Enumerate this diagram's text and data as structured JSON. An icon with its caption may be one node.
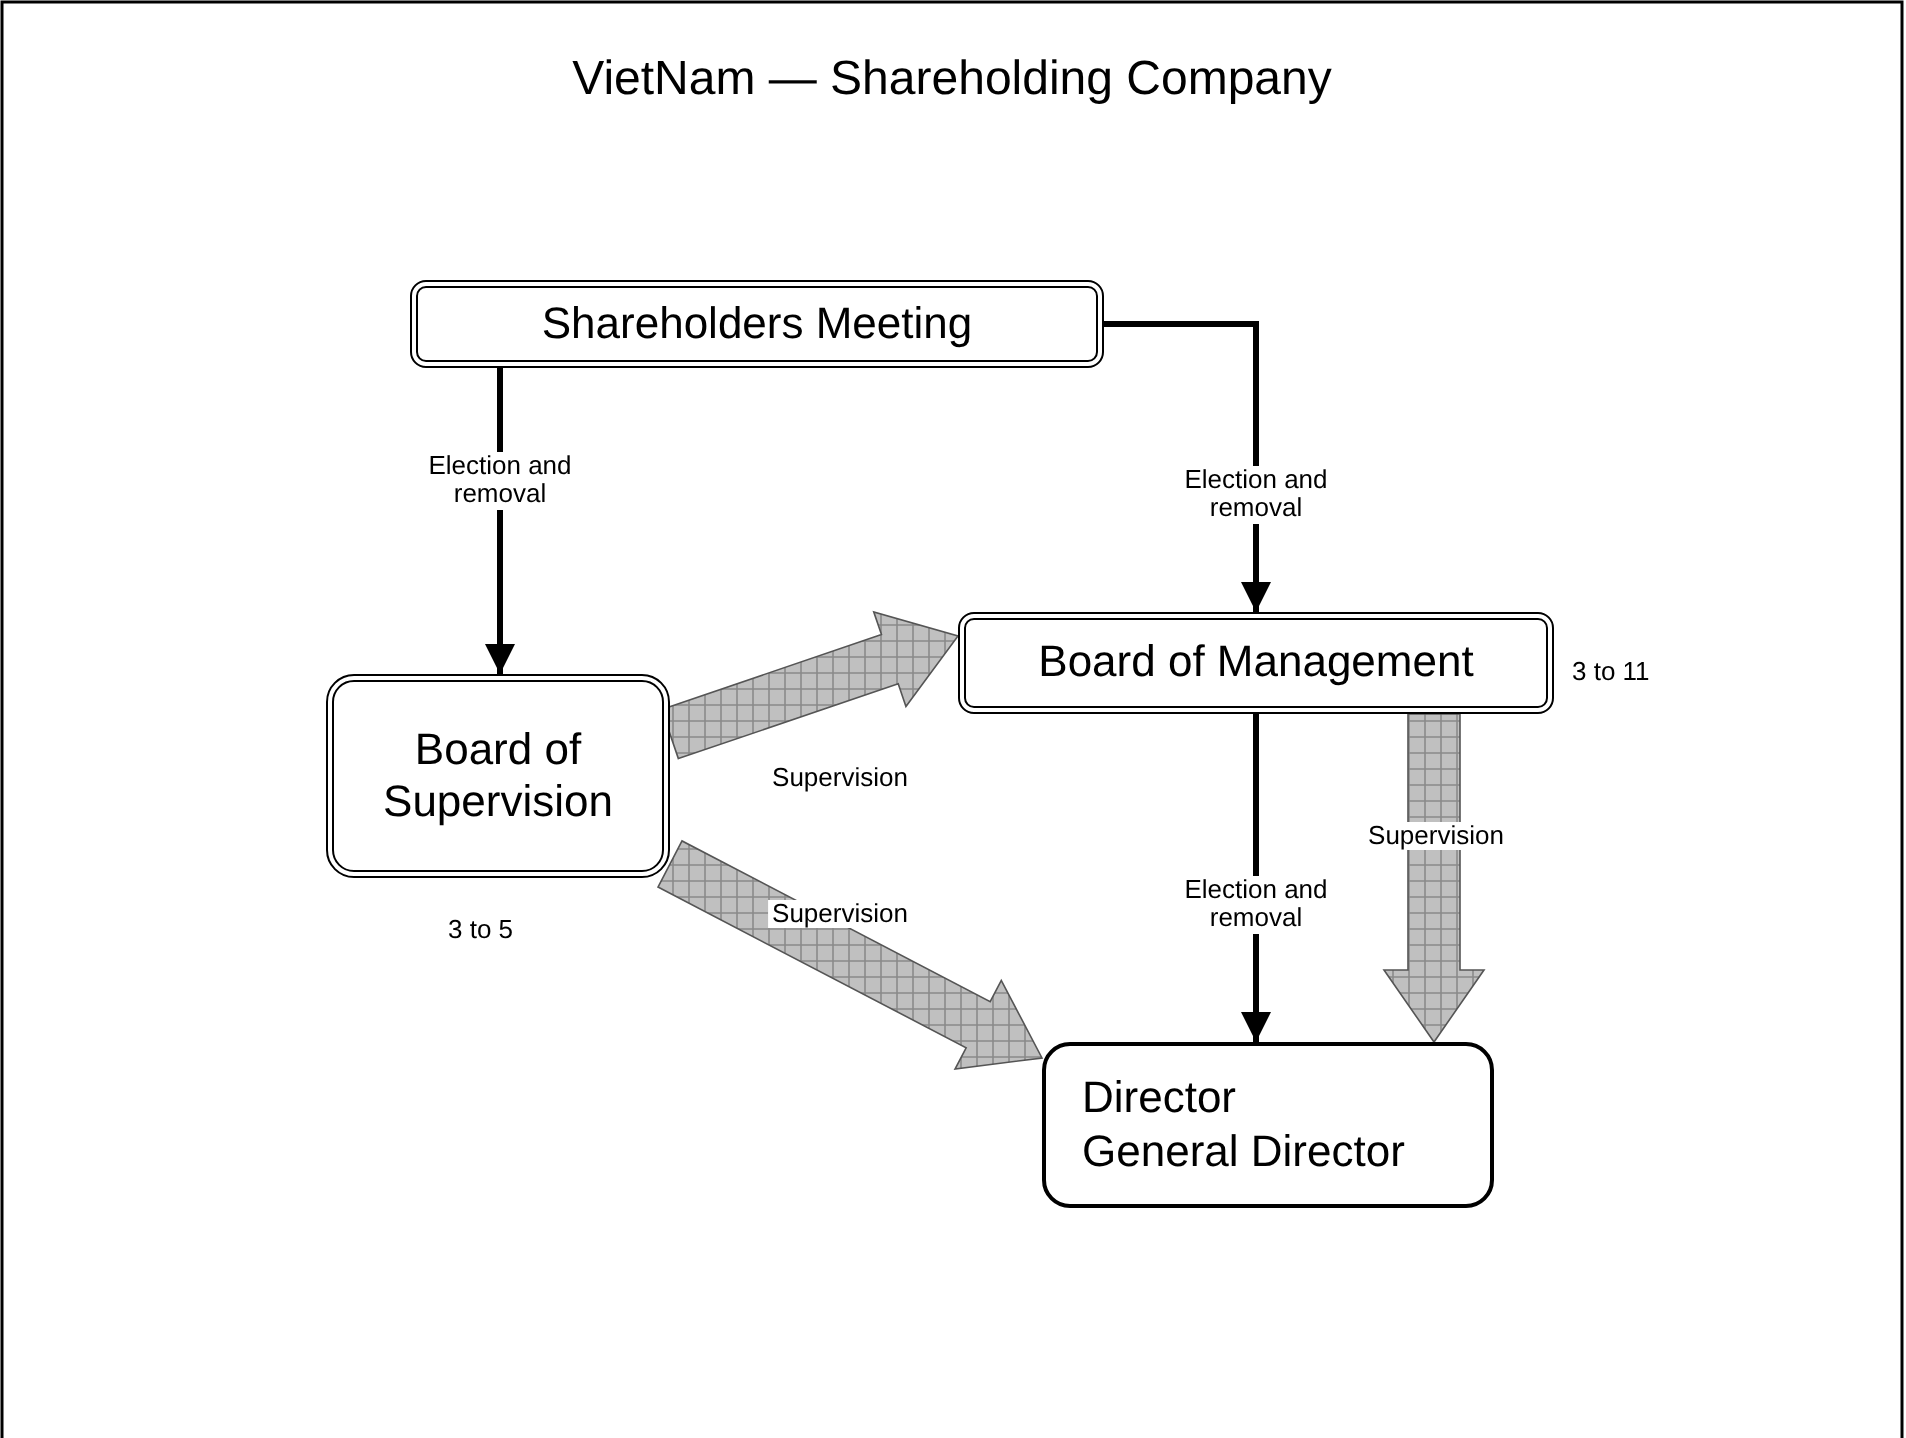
{
  "diagram": {
    "title": "VietNam — Shareholding Company",
    "nodes": [
      {
        "text": [
          "Shareholders Meeting"
        ]
      },
      {
        "text": [
          "Board of Management"
        ],
        "beside": [
          "3 to 11"
        ]
      },
      {
        "text": [
          "Board of Supervision"
        ],
        "beside": [
          "3 to 5"
        ]
      },
      {
        "text": [
          "Director",
          "General Director"
        ]
      }
    ],
    "edges": [
      {
        "from": 0,
        "to": 2,
        "arrow": "to",
        "label": "Election and removal"
      },
      {
        "from": 0,
        "to": 1,
        "arrow": "to",
        "label": "Election and removal"
      },
      {
        "from": 2,
        "to": 1,
        "arrow": "to",
        "label": "Supervision",
        "style": "thick",
        "color": "#c0c0c0"
      },
      {
        "from": 1,
        "to": 3,
        "arrow": "to",
        "label": "Election and removal"
      },
      {
        "from": 1,
        "to": 3,
        "arrow": "to",
        "label": "Supervision",
        "style": "thick",
        "color": "#c0c0c0"
      },
      {
        "from": 2,
        "to": 3,
        "arrow": "to",
        "label": "Supervision",
        "style": "thick",
        "color": "#c0c0c0"
      }
    ]
  }
}
